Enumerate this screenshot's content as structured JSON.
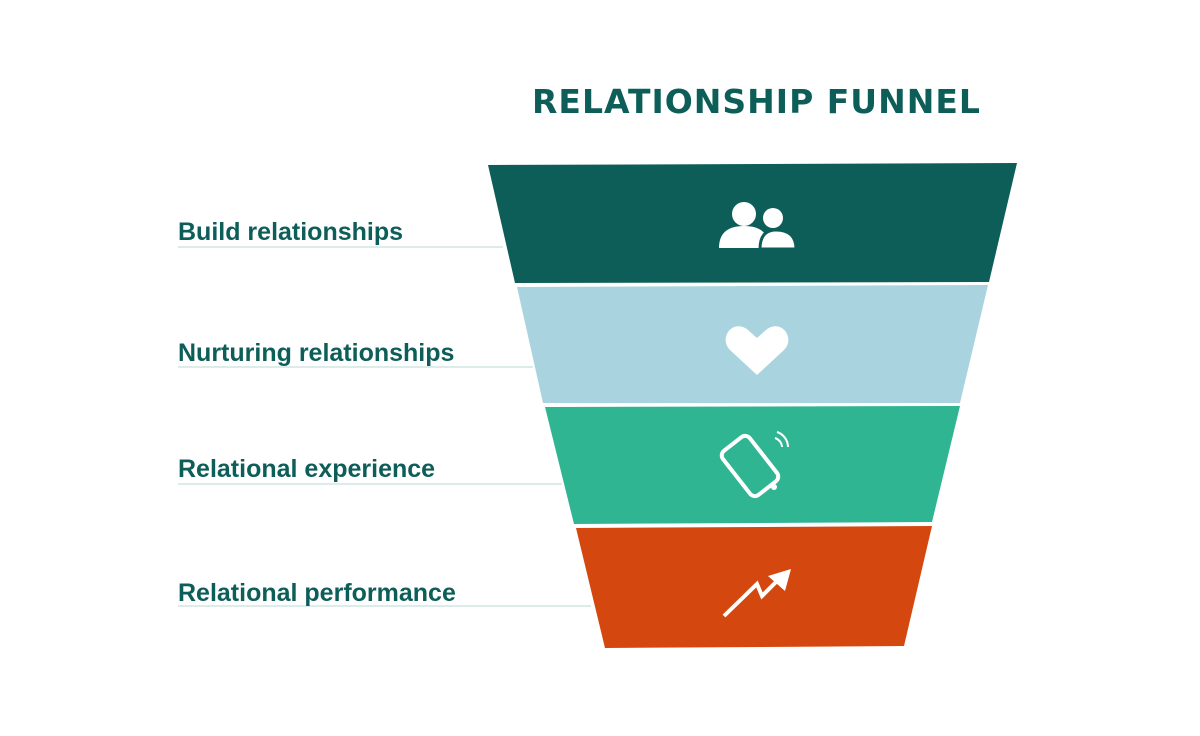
{
  "title": "RELATIONSHIP FUNNEL",
  "stages": [
    {
      "label": "Build relationships",
      "color": "#0d5e58",
      "icon": "people-icon"
    },
    {
      "label": "Nurturing relationships",
      "color": "#a9d4df",
      "icon": "heart-icon"
    },
    {
      "label": "Relational experience",
      "color": "#30b593",
      "icon": "phone-vibrating-icon"
    },
    {
      "label": "Relational performance",
      "color": "#d4470e",
      "icon": "trend-up-arrow-icon"
    }
  ],
  "colors": {
    "title": "#0d5e58",
    "leader_line": "#cfe6e3",
    "icon": "#ffffff"
  }
}
